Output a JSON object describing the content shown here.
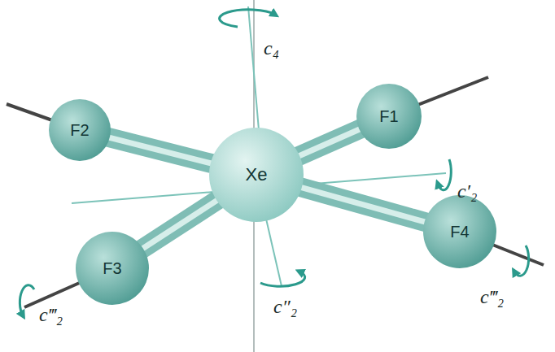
{
  "diagram": {
    "nodes": [
      {
        "text": [
          "F2"
        ]
      },
      {
        "text": [
          "F1"
        ]
      },
      {
        "text": [
          "Xe"
        ]
      },
      {
        "text": [
          "F3"
        ]
      },
      {
        "text": [
          "F4"
        ]
      }
    ],
    "edges": [
      {
        "from": 2,
        "to": 0,
        "arrow": "none"
      },
      {
        "from": 2,
        "to": 1,
        "arrow": "none"
      },
      {
        "from": 2,
        "to": 3,
        "arrow": "none"
      },
      {
        "from": 2,
        "to": 4,
        "arrow": "none"
      }
    ],
    "labels": [
      "c₄",
      "c′₂",
      "c″₂",
      "c‴₂",
      "c‴₂"
    ]
  }
}
